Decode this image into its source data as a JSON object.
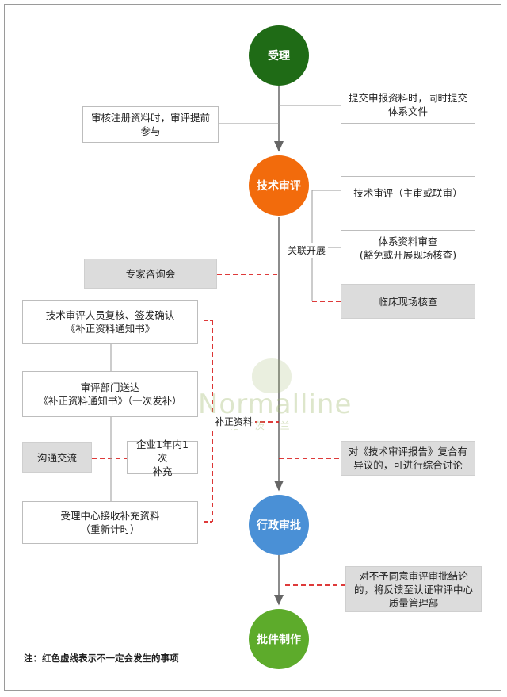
{
  "nodes": {
    "accept": "受理",
    "tech_review": "技术审评",
    "admin_approval": "行政审批",
    "approval_docs": "批件制作"
  },
  "boxes": {
    "submit_docs": "提交申报资料时，同时提交\n体系文件",
    "review_registration": "审核注册资料时，审评提前\n参与",
    "main_review": "技术审评（主审或联审）",
    "system_review": "体系资料审查\n(豁免或开展现场核查)",
    "expert_meeting": "专家咨询会",
    "clinical_check": "临床现场核查",
    "reviewer_confirm": "技术审评人员复核、签发确认\n《补正资料通知书》",
    "dept_deliver": "审评部门送达\n《补正资料通知书》（一次发补）",
    "communicate": "沟通交流",
    "one_year": "企业1年内1次\n补充",
    "receive_supplement": "受理中心接收补充资料\n（重新计时）",
    "report_dispute": "对《技术审评报告》复合有\n异议的，可进行综合讨论",
    "disagree_feedback": "对不予同意审评审批结论\n的，将反馈至认证审评中心\n质量管理部"
  },
  "labels": {
    "linked": "关联开展",
    "supplement": "补正资料"
  },
  "note": "注：红色虚线表示不一定会发生的事项",
  "watermark": {
    "brand": "Normalline",
    "sub": "诺 茨 兰"
  },
  "colors": {
    "accept": "#1f6b16",
    "tech_review": "#f26b0c",
    "admin_approval": "#4a90d6",
    "approval_docs": "#5dab2b",
    "dashed_red": "#d91f1f",
    "arrow_gray": "#666666"
  }
}
